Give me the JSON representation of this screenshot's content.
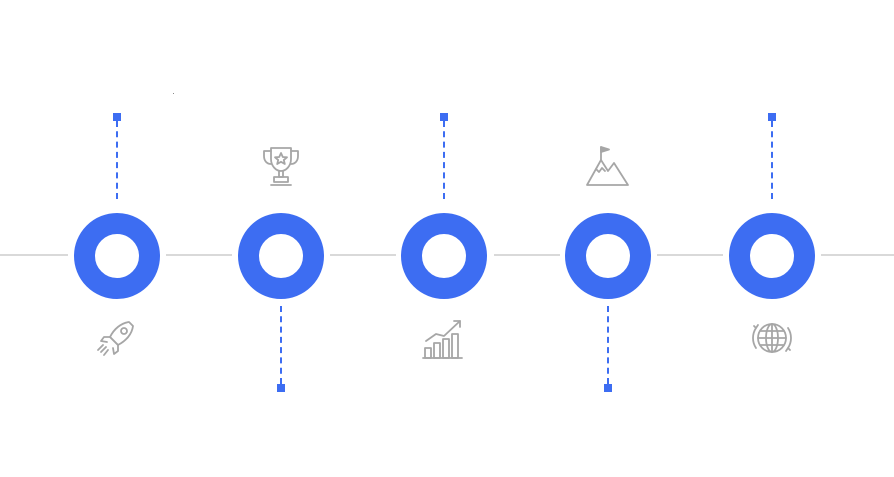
{
  "theme": {
    "accent": "#3d6df2",
    "line": "#d9d9d9",
    "icon": "#a6a6a6",
    "background": "#ffffff"
  },
  "timeline": {
    "milestones": [
      {
        "icon": "rocket-icon",
        "connector": "up",
        "icon_position": "below"
      },
      {
        "icon": "trophy-icon",
        "connector": "down",
        "icon_position": "above"
      },
      {
        "icon": "growth-chart-icon",
        "connector": "up",
        "icon_position": "below"
      },
      {
        "icon": "mountain-flag-icon",
        "connector": "down",
        "icon_position": "above"
      },
      {
        "icon": "globe-icon",
        "connector": "up",
        "icon_position": "below"
      }
    ]
  }
}
